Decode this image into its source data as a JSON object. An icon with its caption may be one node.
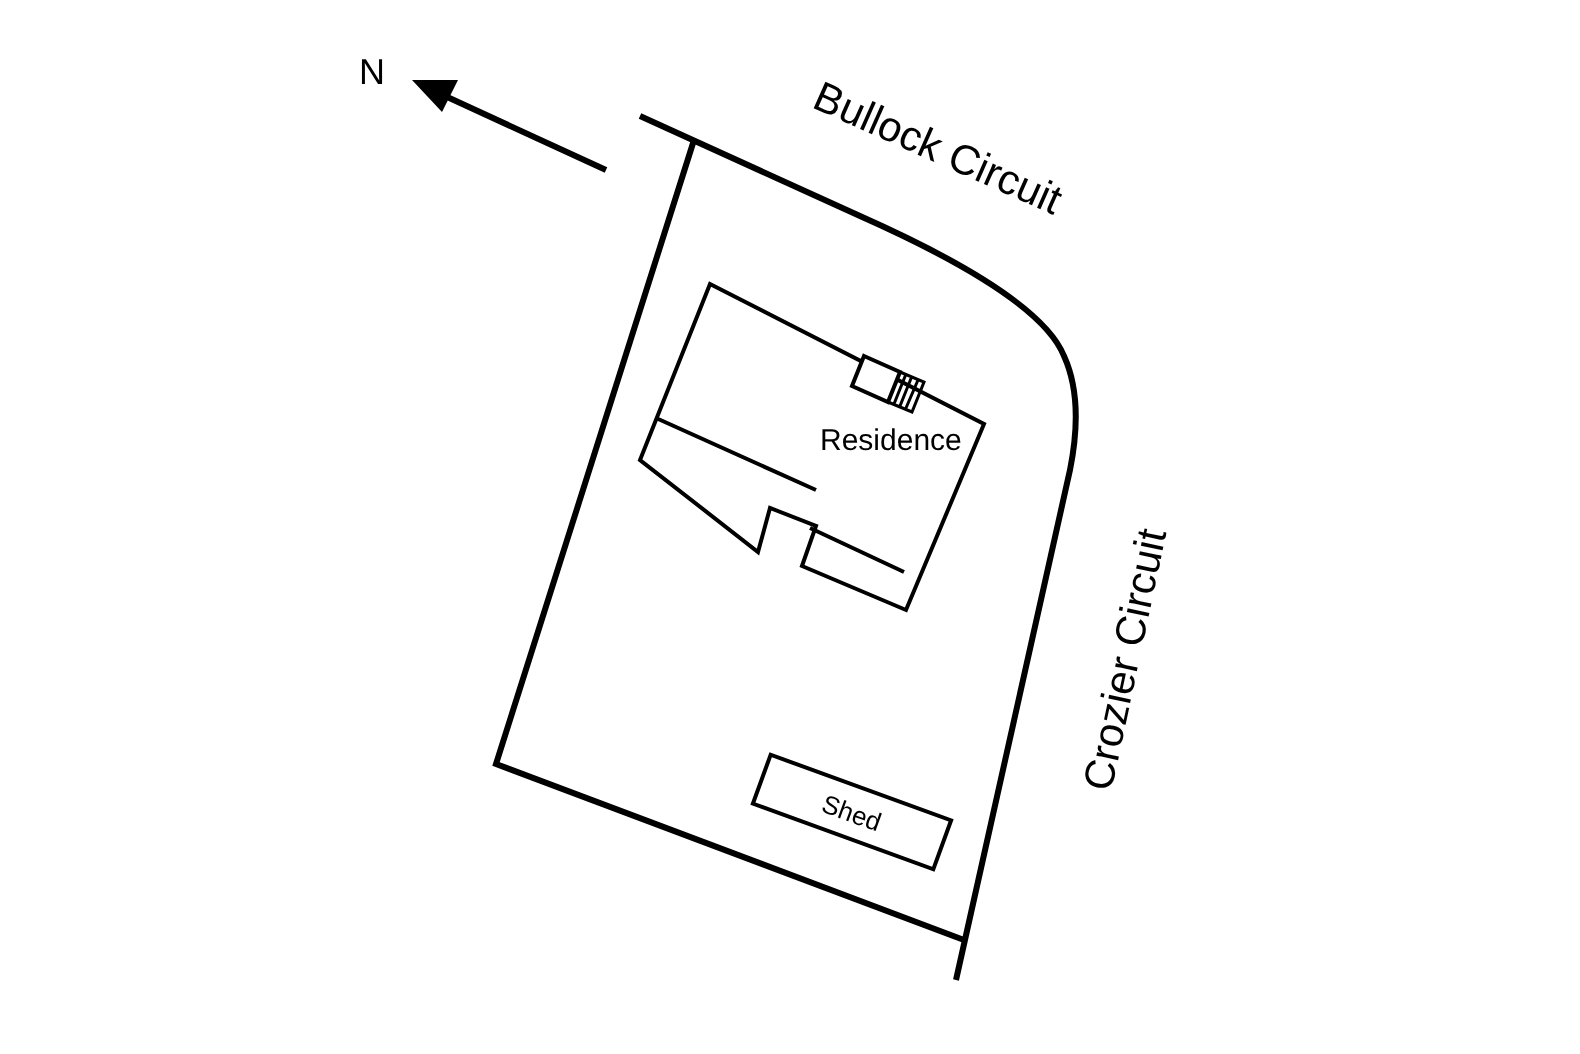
{
  "diagram": {
    "nodes": [
      {
        "text": [
          "Residence"
        ]
      },
      {
        "text": [
          "Shed"
        ]
      }
    ],
    "labels": [
      "N",
      "Bullock Circuit",
      "Crozier Circuit"
    ]
  }
}
